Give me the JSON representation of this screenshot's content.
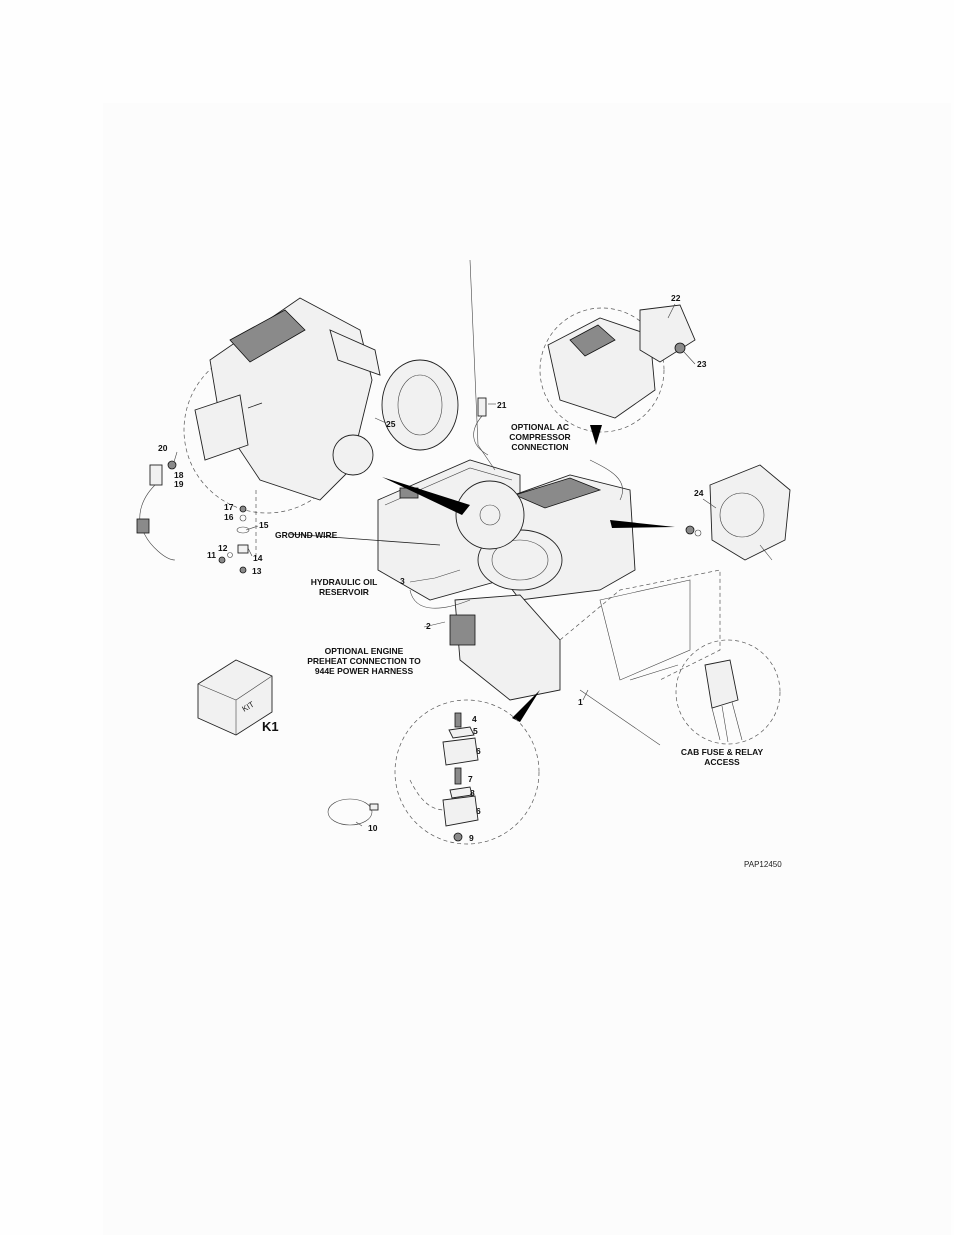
{
  "figure_id": "PAP12450",
  "kit": {
    "box_text": "KIT",
    "label": "K1"
  },
  "labels": {
    "ac": [
      "OPTIONAL AC",
      "COMPRESSOR",
      "CONNECTION"
    ],
    "ground": "GROUND WIRE",
    "reservoir": [
      "HYDRAULIC OIL",
      "RESERVOIR"
    ],
    "preheat": [
      "OPTIONAL ENGINE",
      "PREHEAT CONNECTION TO",
      "944E POWER HARNESS"
    ],
    "cab": [
      "CAB FUSE & RELAY",
      "ACCESS"
    ]
  },
  "callouts": [
    "1",
    "2",
    "3",
    "4",
    "5",
    "6",
    "6",
    "7",
    "8",
    "9",
    "10",
    "11",
    "12",
    "13",
    "14",
    "15",
    "16",
    "17",
    "18",
    "19",
    "20",
    "21",
    "22",
    "23",
    "24",
    "25"
  ]
}
